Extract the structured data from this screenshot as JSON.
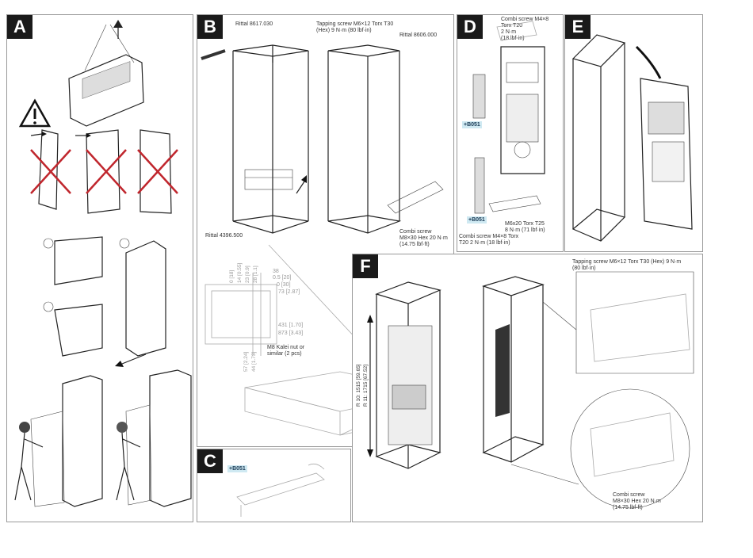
{
  "panels": {
    "A": {
      "letter": "A"
    },
    "B": {
      "letter": "B",
      "rittal_8617": "Rittal 8617.030",
      "tapping_screw": "Tapping screw M6×12 Torx T30\n(Hex) 9 N·m (80 lbf·in)",
      "rittal_8606": "Rittal 8606.000",
      "rittal_4396": "Rittal 4396.500",
      "combi_screw": "Combi screw\nM8×30 Hex 20 N·m\n(14.75 lbf·ft)",
      "kalei_nut": "M8 Kalei nut or\nsimilar (2 pcs)",
      "dim_top": [
        "38",
        "0.5 [20]",
        "0 [30]",
        "73 [2.87]"
      ],
      "dim_bottom": [
        "431 [1.70]",
        "873 [3.43]"
      ],
      "dim_vertical": [
        "0 [18]",
        "14 [0.55]",
        "23 [0.9]",
        "28 [1.1]",
        "57 [2.24]",
        "44 [1.73]"
      ]
    },
    "C": {
      "letter": "C",
      "tag": "+B051"
    },
    "D": {
      "letter": "D",
      "combi_top": "Combi screw M4×8\nTorx T20\n2 N·m\n(18 lbf·in)",
      "tag1": "+B051",
      "tag2": "+B051",
      "screw_t25": "M6x20 Torx T25\n8 N·m (71 lbf·in)",
      "combi_bottom": "Combi screw M4×8 Torx\nT20 2 N·m (18 lbf·in)"
    },
    "E": {
      "letter": "E"
    },
    "F": {
      "letter": "F",
      "tapping_screw": "Tapping screw M6×12 Torx T30 (Hex) 9 N·m\n(80 lbf·in)",
      "dim_r10": "R 10: 1515 [59.65]",
      "dim_r11": "R 11: 1715 [67.52]",
      "combi_screw": "Combi screw\nM8×30 Hex 20 N·m\n(14.75 lbf·ft)"
    }
  }
}
